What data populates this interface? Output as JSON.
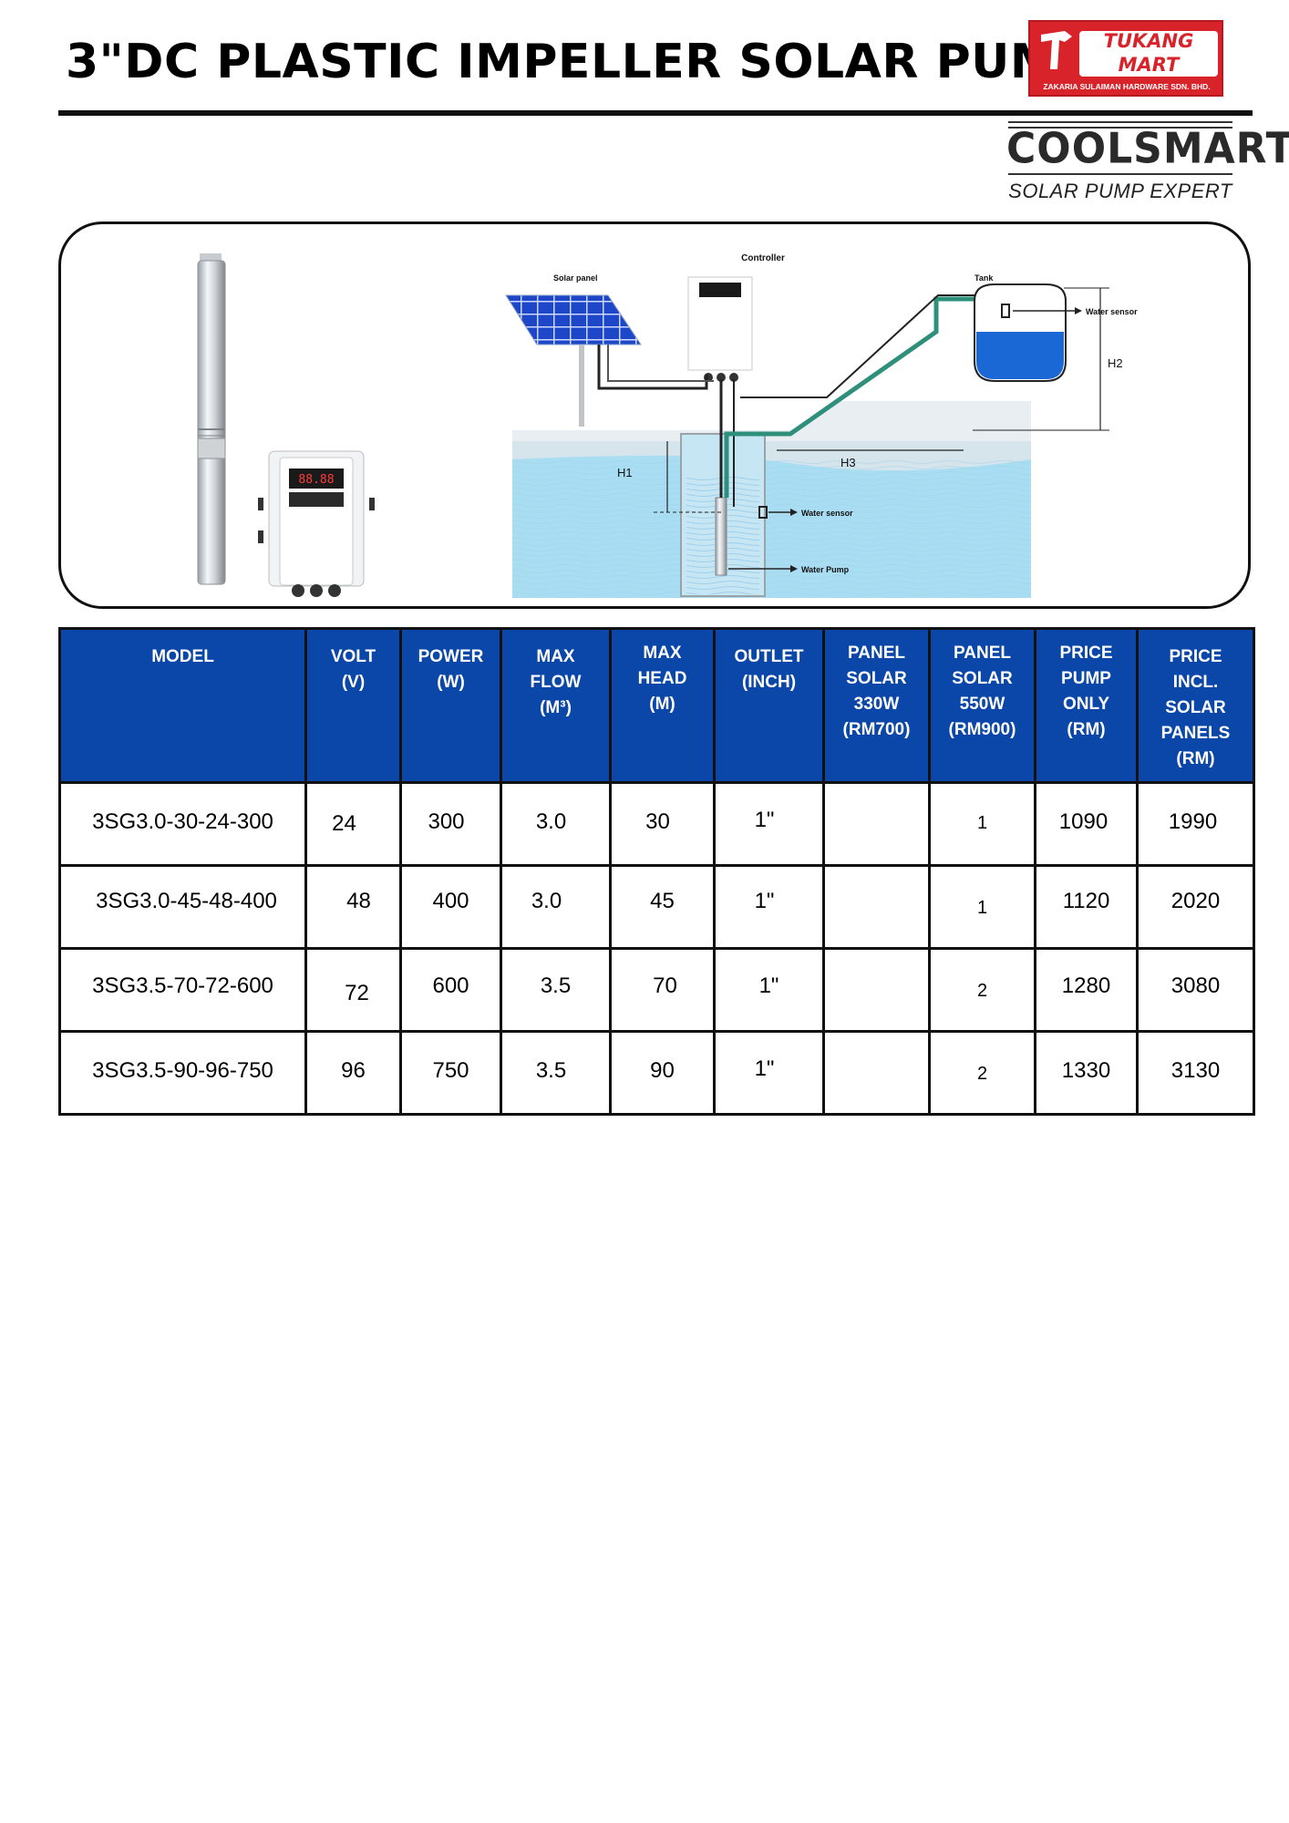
{
  "title": "3\"DC PLASTIC IMPELLER SOLAR PUMP",
  "brand": {
    "tukang_name": "TUKANG\nMART",
    "tukang_sub": "ZAKARIA SULAIMAN HARDWARE SDN. BHD.",
    "coolsmart_name": "COOLSMART",
    "coolsmart_sub": "SOLAR PUMP EXPERT"
  },
  "diagram": {
    "controller": "Controller",
    "solar_panel": "Solar panel",
    "tank": "Tank",
    "water_sensor_tank": "Water sensor",
    "water_sensor_well": "Water sensor",
    "water_pump": "Water Pump",
    "h1": "H1",
    "h2": "H2",
    "h3": "H3",
    "display": "88.88"
  },
  "table": {
    "headers": [
      "MODEL",
      "VOLT\n(V)",
      "POWER\n(W)",
      "MAX\nFLOW\n(M³)",
      "MAX\nHEAD\n(M)",
      "OUTLET\n(INCH)",
      "PANEL\nSOLAR\n330W\n(RM700)",
      "PANEL\nSOLAR\n550W\n(RM900)",
      "PRICE\nPUMP\nONLY\n(RM)",
      "PRICE\nINCL.\nSOLAR\nPANELS\n(RM)"
    ],
    "rows": [
      [
        "3SG3.0-30-24-300",
        "24",
        "300",
        "3.0",
        "30",
        "1\"",
        "",
        "1",
        "1090",
        "1990"
      ],
      [
        "3SG3.0-45-48-400",
        "48",
        "400",
        "3.0",
        "45",
        "1\"",
        "",
        "1",
        "1120",
        "2020"
      ],
      [
        "3SG3.5-70-72-600",
        "72",
        "600",
        "3.5",
        "70",
        "1\"",
        "",
        "2",
        "1280",
        "3080"
      ],
      [
        "3SG3.5-90-96-750",
        "96",
        "750",
        "3.5",
        "90",
        "1\"",
        "",
        "2",
        "1330",
        "3130"
      ]
    ]
  }
}
